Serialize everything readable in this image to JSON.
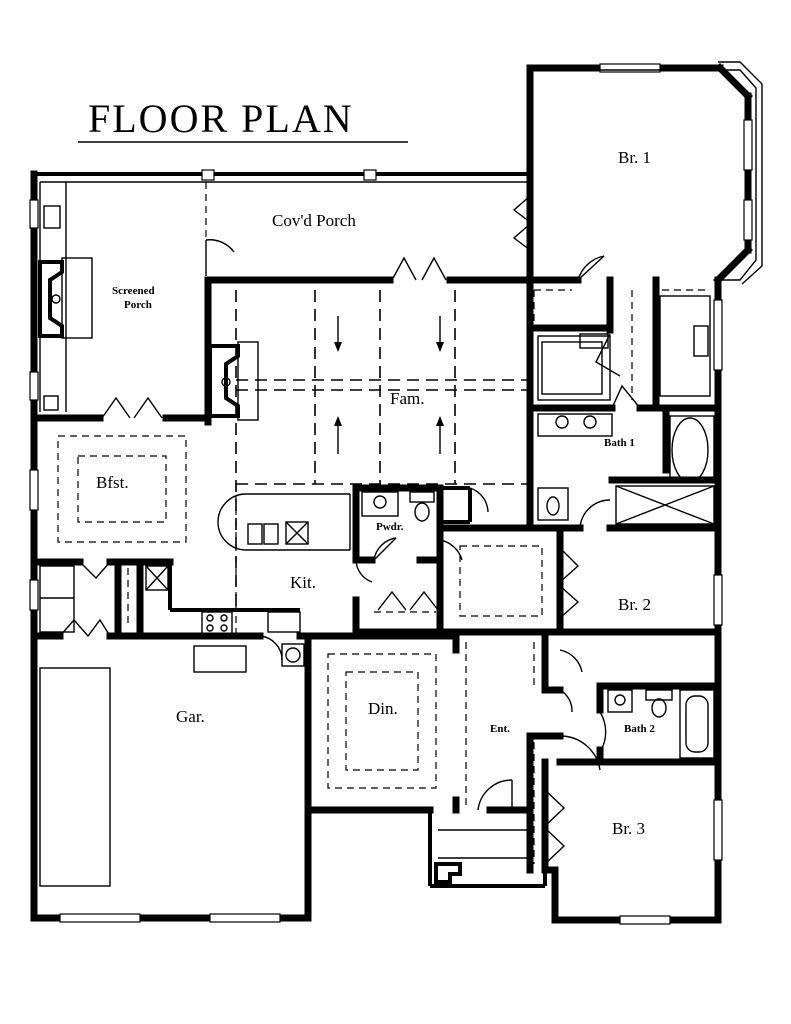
{
  "title": "FLOOR PLAN",
  "rooms": {
    "br1": "Br. 1",
    "covd_porch": "Cov'd Porch",
    "screened_porch_line1": "Screened",
    "screened_porch_line2": "Porch",
    "fam": "Fam.",
    "bath1": "Bath 1",
    "bfst": "Bfst.",
    "pwdr": "Pwdr.",
    "kit": "Kit.",
    "br2": "Br. 2",
    "gar": "Gar.",
    "din": "Din.",
    "ent": "Ent.",
    "bath2": "Bath 2",
    "br3": "Br. 3"
  }
}
